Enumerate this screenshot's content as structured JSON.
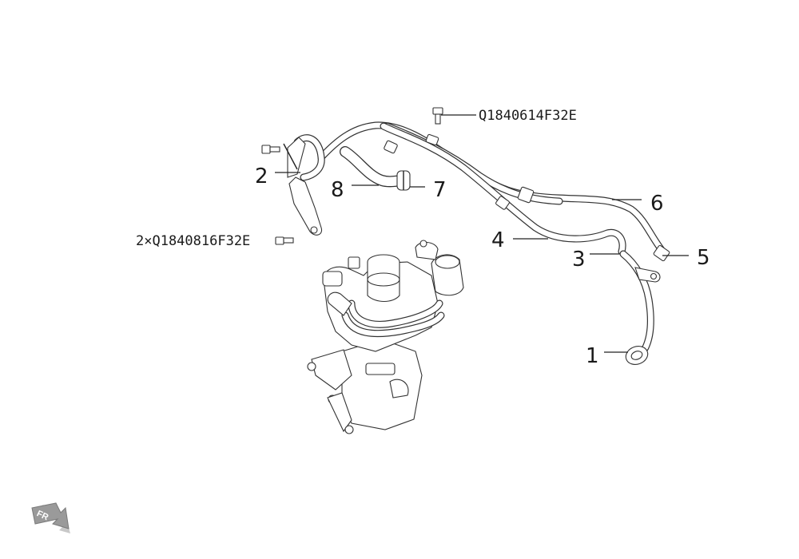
{
  "callouts": {
    "c1": "1",
    "c2": "2",
    "c3": "3",
    "c4": "4",
    "c5": "5",
    "c6": "6",
    "c7": "7",
    "c8": "8"
  },
  "part_numbers": {
    "bolt_top": "Q1840614F32E",
    "bolt_left": "2×Q1840816F32E"
  },
  "orientation": {
    "label": "FR"
  }
}
